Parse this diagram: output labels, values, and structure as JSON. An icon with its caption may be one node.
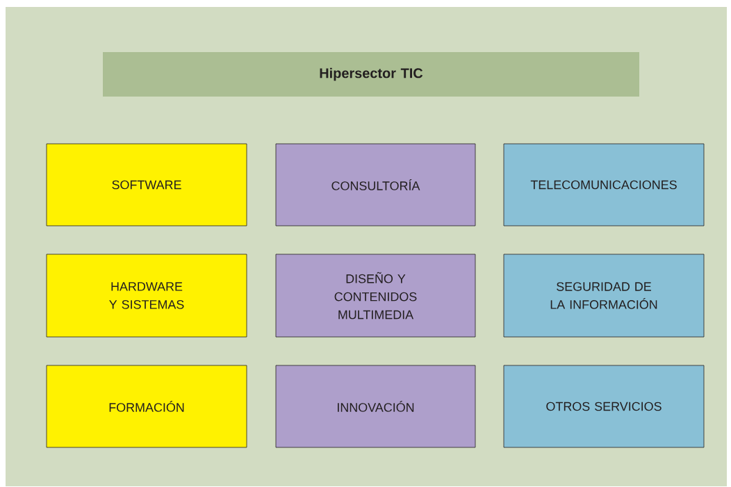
{
  "diagram": {
    "nodes": [
      {
        "text": [
          "Hipersector TIC"
        ]
      },
      {
        "text": [
          "SOFTWARE"
        ]
      },
      {
        "text": [
          "CONSULTORÍA"
        ]
      },
      {
        "text": [
          "TELECOMUNICACIONES"
        ]
      },
      {
        "text": [
          "HARDWARE Y SISTEMAS"
        ]
      },
      {
        "text": [
          "DISEÑO Y CONTENIDOS MULTIMEDIA"
        ]
      },
      {
        "text": [
          "SEGURIDAD DE LA INFORMACIÓN"
        ]
      },
      {
        "text": [
          "FORMACIÓN"
        ]
      },
      {
        "text": [
          "INNOVACIÓN"
        ]
      },
      {
        "text": [
          "OTROS SERVICIOS"
        ]
      }
    ]
  }
}
